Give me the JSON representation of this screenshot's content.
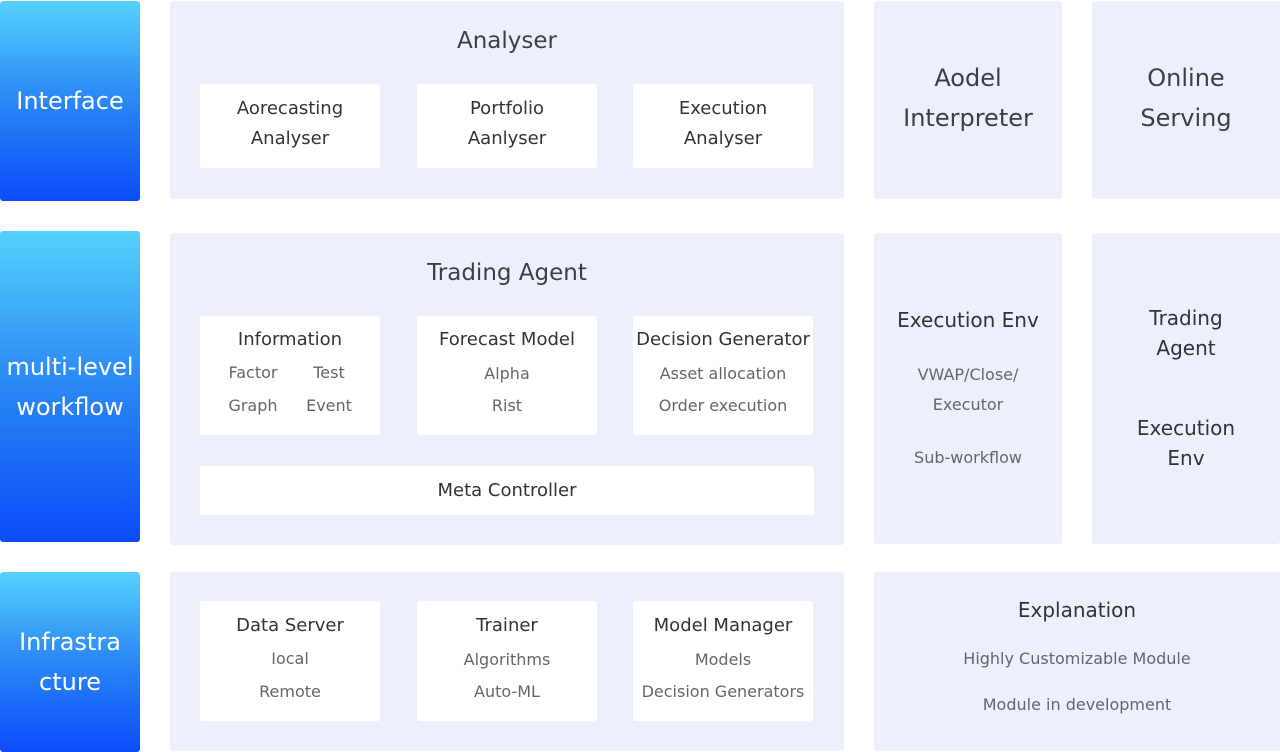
{
  "layers": {
    "interface": "Interface",
    "workflow": "multi-level\nworkflow",
    "infrastructure": "Infrastra\ncture"
  },
  "analyser": {
    "title": "Analyser",
    "cards": [
      "Aorecasting\nAnalyser",
      "Portfolio\nAanlyser",
      "Execution\nAnalyser"
    ]
  },
  "model_interpreter": "Aodel\nInterpreter",
  "online_serving": "Online\nServing",
  "trading_agent": {
    "title": "Trading  Agent",
    "information": {
      "title": "Information",
      "items": [
        "Factor",
        "Test",
        "Graph",
        "Event"
      ]
    },
    "forecast_model": {
      "title": "Forecast Model",
      "items": [
        "Alpha",
        "Rist"
      ]
    },
    "decision_generator": {
      "title": "Decision Generator",
      "items": [
        "Asset allocation",
        "Order execution"
      ]
    },
    "meta_controller": "Meta Controller"
  },
  "execution_env_panel": {
    "title": "Execution Env",
    "detail": "VWAP/Close/\nExecutor",
    "sub": "Sub-workflow"
  },
  "nested_panel": {
    "agent": "Trading\nAgent",
    "env": "Execution\nEnv"
  },
  "infra": {
    "data_server": {
      "title": "Data Server",
      "items": [
        "Iocal",
        "Remote"
      ]
    },
    "trainer": {
      "title": "Trainer",
      "items": [
        "Algorithms",
        "Auto-ML"
      ]
    },
    "model_manager": {
      "title": "Model Manager",
      "items": [
        "Models",
        "Decision Generators"
      ]
    }
  },
  "explanation": {
    "title": "Explanation",
    "items": [
      "Highly Customizable Module",
      "Module in development"
    ]
  }
}
